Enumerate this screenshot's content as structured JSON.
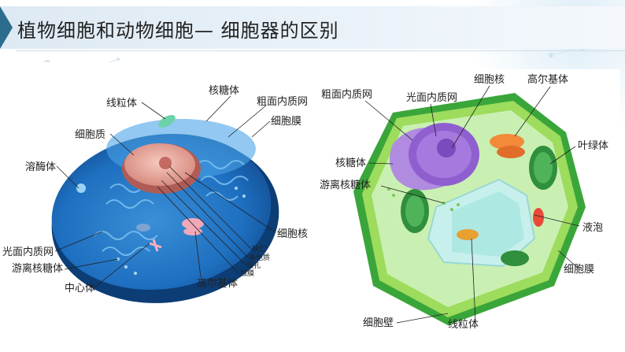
{
  "slide": {
    "title": "植物细胞和动物细胞— 细胞器的区别"
  },
  "animal_cell": {
    "labels": {
      "mitochondria": "线粒体",
      "ribosome": "核糖体",
      "rough_er": "粗面内质网",
      "cytoplasm": "细胞质",
      "cell_membrane": "细胞膜",
      "lysosome": "溶酶体",
      "nucleus": "细胞核",
      "nucleolus": "核仁",
      "chromatin": "染色质",
      "nuclear_pore": "核孔",
      "nuclear_membrane": "核膜",
      "smooth_er": "光面内质网",
      "free_ribosome": "游离核糖体",
      "centrosome": "中心体",
      "golgi": "高尔基体"
    }
  },
  "plant_cell": {
    "labels": {
      "rough_er": "粗面内质网",
      "smooth_er": "光面内质网",
      "nucleus": "细胞核",
      "golgi": "高尔基体",
      "chloroplast": "叶绿体",
      "ribosome": "核糖体",
      "free_ribosome": "游离核糖体",
      "vacuole": "液泡",
      "cell_membrane": "细胞膜",
      "cell_wall": "细胞壁",
      "mitochondria": "线粒体"
    }
  }
}
